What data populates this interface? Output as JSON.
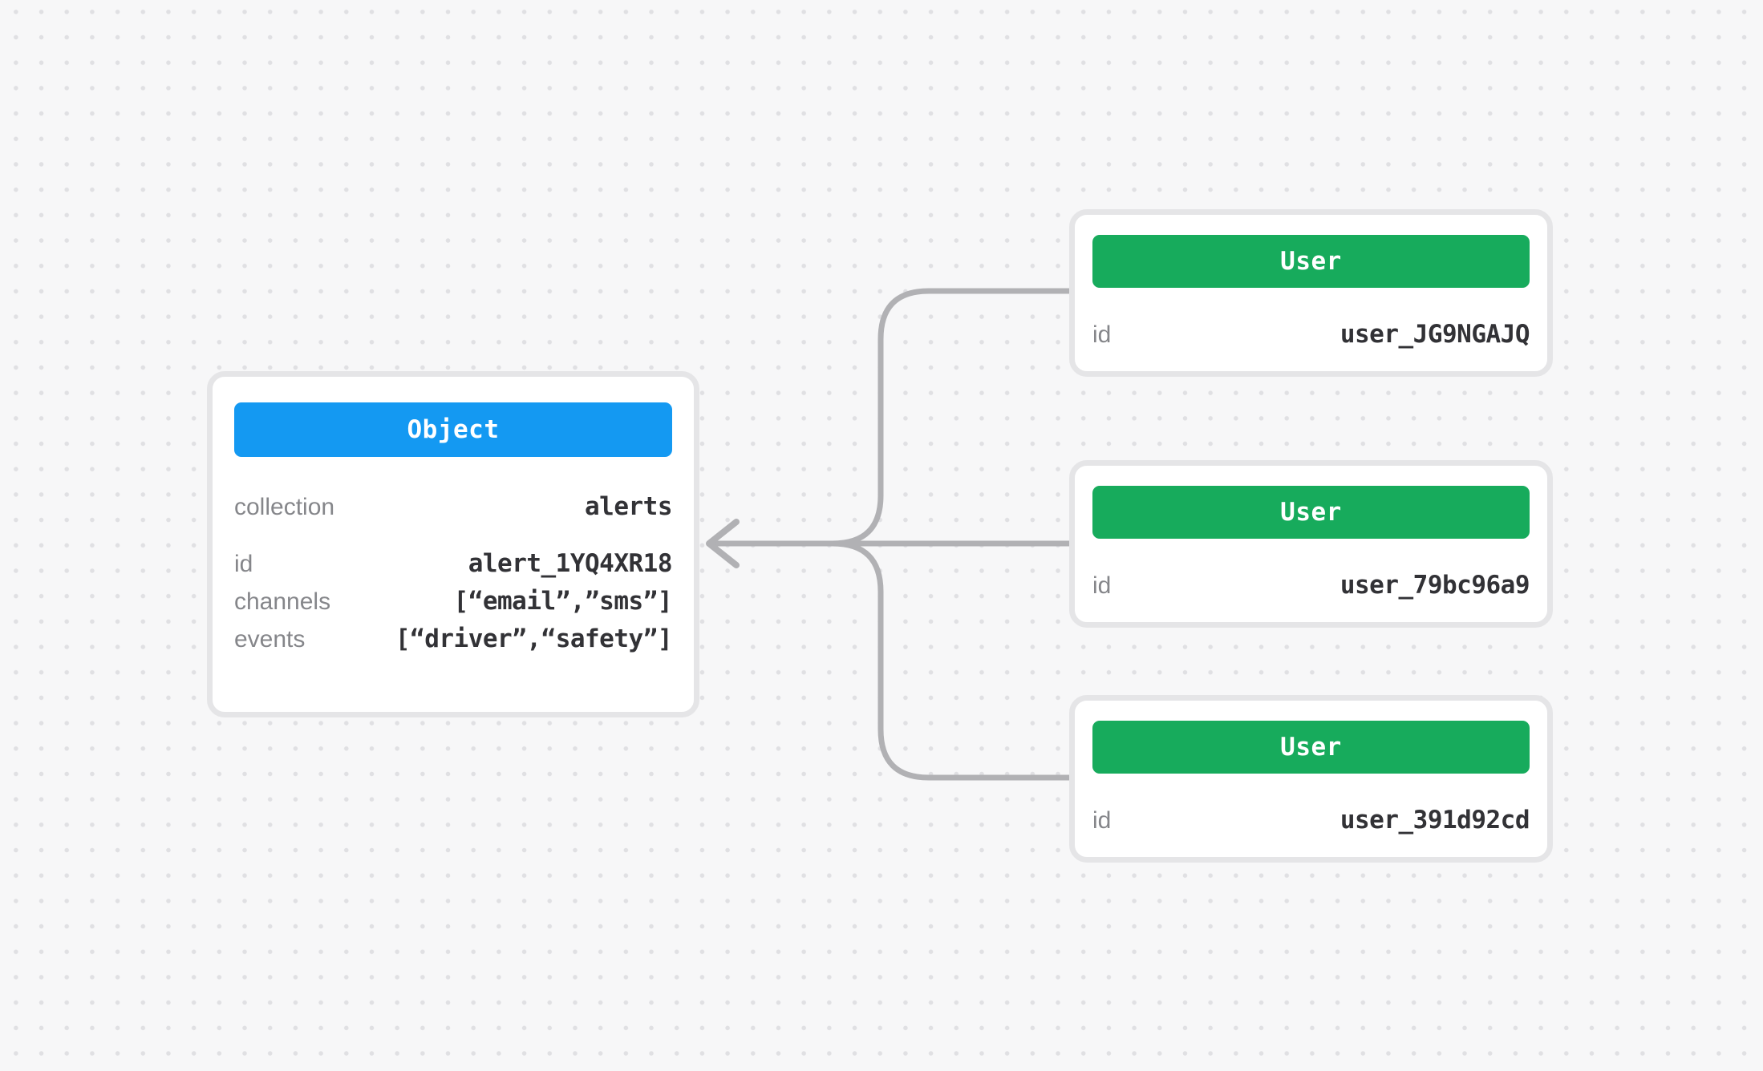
{
  "diagram": {
    "colors": {
      "object_header": "#1499f2",
      "user_header": "#17ab5c",
      "connector": "#b1b1b4",
      "card_border": "#e5e5e7",
      "canvas_background": "#f7f7f8"
    },
    "object_node": {
      "header": "Object",
      "fields": [
        {
          "label": "collection",
          "value": "alerts"
        },
        {
          "label": "id",
          "value": "alert_1YQ4XR18"
        },
        {
          "label": "channels",
          "value": "[“email”,”sms”]"
        },
        {
          "label": "events",
          "value": "[“driver”,“safety”]"
        }
      ]
    },
    "user_nodes": [
      {
        "header": "User",
        "fields": [
          {
            "label": "id",
            "value": "user_JG9NGAJQ"
          }
        ]
      },
      {
        "header": "User",
        "fields": [
          {
            "label": "id",
            "value": "user_79bc96a9"
          }
        ]
      },
      {
        "header": "User",
        "fields": [
          {
            "label": "id",
            "value": "user_391d92cd"
          }
        ]
      }
    ]
  }
}
